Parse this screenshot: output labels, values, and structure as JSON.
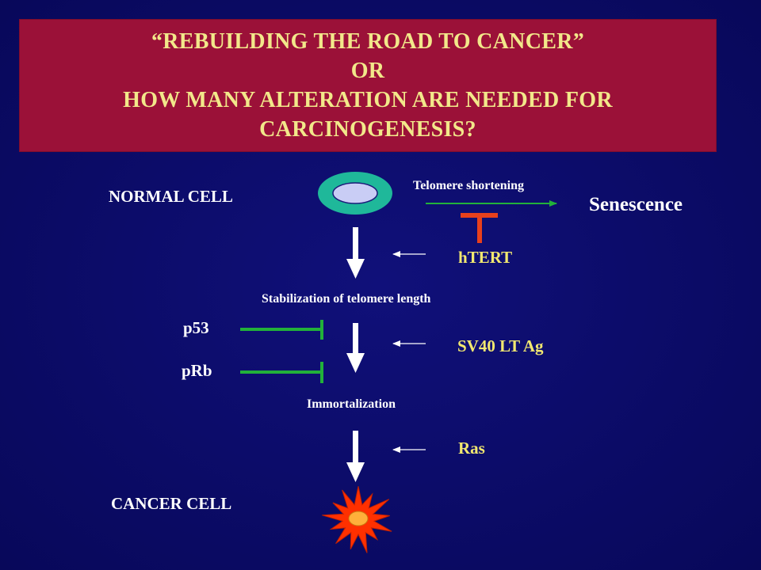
{
  "title": {
    "lines": [
      "“REBUILDING THE ROAD TO CANCER”",
      "OR",
      "HOW MANY ALTERATION ARE NEEDED FOR",
      "CARCINOGENESIS?"
    ]
  },
  "diagram": {
    "normal_cell_label": "NORMAL CELL",
    "telomere_label": "Telomere shortening",
    "senescence_label": "Senescence",
    "htert_label": "hTERT",
    "stabilization_label": "Stabilization of telomere length",
    "p53_label": "p53",
    "prb_label": "pRb",
    "sv40_label": "SV40 LT Ag",
    "immortalization_label": "Immortalization",
    "ras_label": "Ras",
    "cancer_cell_label": "CANCER CELL"
  },
  "colors": {
    "background": "#0c0c6a",
    "title_box": "#9b1138",
    "title_text": "#f2e88a",
    "agent_text": "#f2e870",
    "cell_outer": "#1fb89a",
    "cell_inner": "#c9cdf5",
    "inhibit_green": "#22b13a",
    "inhibit_red": "#e8401c",
    "cancer_star": "#ff3000",
    "cancer_nucleus": "#ffb03a"
  }
}
